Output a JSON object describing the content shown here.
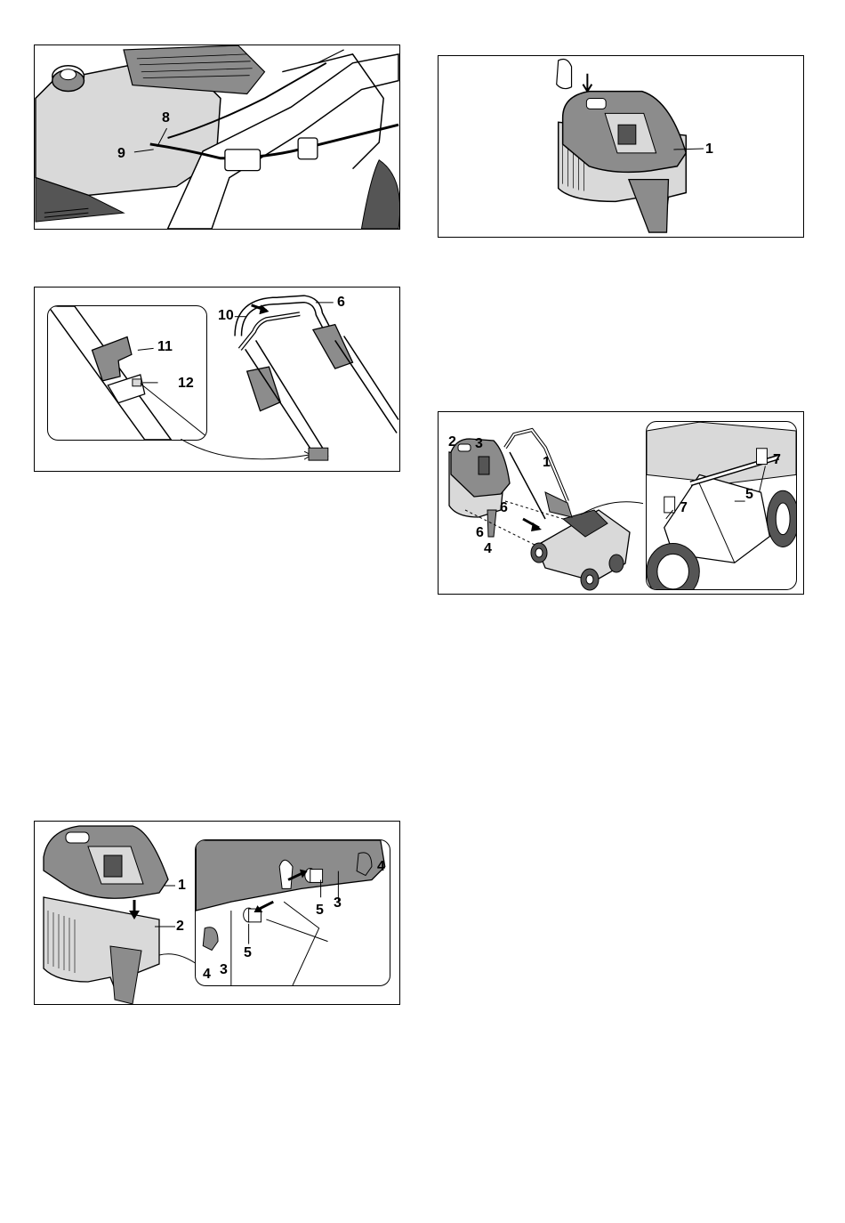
{
  "fig1": {
    "labels": [
      "8",
      "9"
    ]
  },
  "fig2": {
    "labels": [
      "1"
    ]
  },
  "fig3": {
    "labels": [
      "10",
      "6",
      "11",
      "12"
    ]
  },
  "fig4": {
    "labels": [
      "2",
      "3",
      "1",
      "6",
      "6",
      "4",
      "7",
      "5",
      "7"
    ]
  },
  "fig5": {
    "labels": [
      "1",
      "2",
      "4",
      "5",
      "3",
      "5",
      "4",
      "3"
    ]
  },
  "colors": {
    "line": "#000000",
    "gray": "#8c8c8c",
    "dark": "#555555",
    "light": "#d9d9d9"
  }
}
